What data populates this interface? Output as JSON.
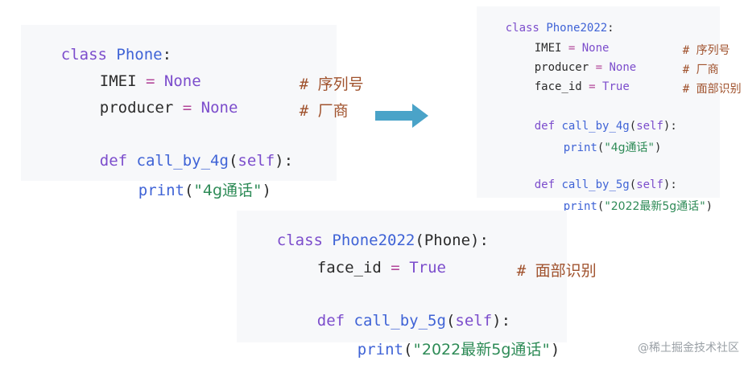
{
  "panel_a": {
    "l1": {
      "kw": "class",
      "name": "Phone",
      "tail": ":"
    },
    "l2": {
      "var": "IMEI",
      "op": "=",
      "val": "None",
      "cm": "#",
      "cm_text": "序列号"
    },
    "l3": {
      "var": "producer",
      "op": "=",
      "val": "None",
      "cm": "#",
      "cm_text": "厂商"
    },
    "l4": {
      "kw": "def",
      "fn": "call_by_4g",
      "open": "(",
      "self": "self",
      "close": "):"
    },
    "l5": {
      "fn": "print",
      "open": "(",
      "str_q1": "\"",
      "str_val": "4g通话",
      "str_q2": "\"",
      "close": ")"
    }
  },
  "panel_b": {
    "l1": {
      "kw": "class",
      "name": "Phone2022",
      "tail": ":"
    },
    "l2": {
      "var": "IMEI",
      "op": "=",
      "val": "None",
      "cm": "#",
      "cm_text": "序列号"
    },
    "l3": {
      "var": "producer",
      "op": "=",
      "val": "None",
      "cm": "#",
      "cm_text": "厂商"
    },
    "l4": {
      "var": "face_id",
      "op": "=",
      "val": "True",
      "cm": "#",
      "cm_text": "面部识别"
    },
    "l5": {
      "kw": "def",
      "fn": "call_by_4g",
      "open": "(",
      "self": "self",
      "close": "):"
    },
    "l6": {
      "fn": "print",
      "open": "(",
      "str_q1": "\"",
      "str_val": "4g通话",
      "str_q2": "\"",
      "close": ")"
    },
    "l7": {
      "kw": "def",
      "fn": "call_by_5g",
      "open": "(",
      "self": "self",
      "close": "):"
    },
    "l8": {
      "fn": "print",
      "open": "(",
      "str_q1": "\"",
      "str_val": "2022最新5g通话",
      "str_q2": "\"",
      "close": ")"
    }
  },
  "panel_c": {
    "l1": {
      "kw": "class",
      "name": "Phone2022",
      "open": "(",
      "parent": "Phone",
      "tail": "):"
    },
    "l2": {
      "var": "face_id",
      "op": "=",
      "val": "True",
      "cm": "#",
      "cm_text": "面部识别"
    },
    "l3": {
      "kw": "def",
      "fn": "call_by_5g",
      "open": "(",
      "self": "self",
      "close": "):"
    },
    "l4": {
      "fn": "print",
      "open": "(",
      "str_q1": "\"",
      "str_val": "2022最新5g通话",
      "str_q2": "\"",
      "close": ")"
    }
  },
  "arrow": {
    "color": "#4aa3c8"
  },
  "watermark": "@稀土掘金技术社区"
}
